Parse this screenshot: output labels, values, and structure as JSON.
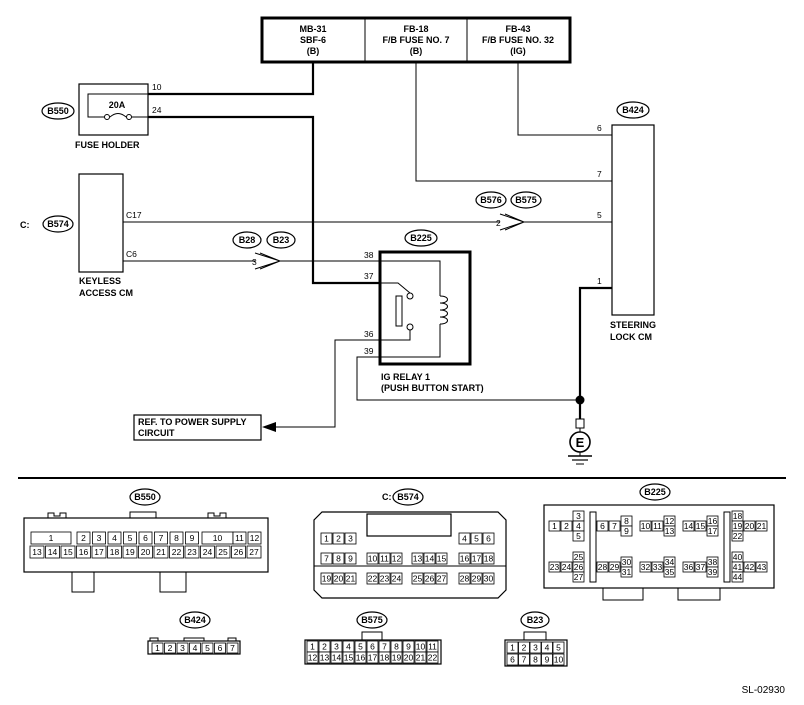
{
  "fuse_box": {
    "cells": [
      {
        "line1": "MB-31",
        "line2": "SBF-6",
        "line3": "(B)"
      },
      {
        "line1": "FB-18",
        "line2": "F/B FUSE NO. 7",
        "line3": "(B)"
      },
      {
        "line1": "FB-43",
        "line2": "F/B FUSE NO. 32",
        "line3": "(IG)"
      }
    ]
  },
  "fuse_holder": {
    "connector": "B550",
    "rating": "20A",
    "label": "FUSE HOLDER",
    "pin_in": "10",
    "pin_out": "24"
  },
  "keyless_cm": {
    "connector": "C:B574",
    "label_line1": "KEYLESS",
    "label_line2": "ACCESS CM",
    "pin_c17": "C17",
    "pin_c6": "C6"
  },
  "steering_cm": {
    "connector": "B424",
    "label_line1": "STEERING",
    "label_line2": "LOCK CM",
    "pins": [
      "6",
      "7",
      "5",
      "1"
    ]
  },
  "relay": {
    "connector": "B225",
    "label_line1": "IG RELAY 1",
    "label_line2": "(PUSH BUTTON START)",
    "pins": [
      "38",
      "37",
      "36",
      "39"
    ]
  },
  "junction_upper": {
    "left": "B576",
    "right": "B575",
    "pin": "2"
  },
  "junction_lower": {
    "left": "B28",
    "right": "B23",
    "pin": "3"
  },
  "ref": {
    "line1": "REF. TO POWER SUPPLY",
    "line2": "CIRCUIT"
  },
  "ground": {
    "symbol": "E"
  },
  "connectors": {
    "b550": {
      "name": "B550",
      "top": [
        "1",
        "2",
        "3",
        "4",
        "5",
        "6",
        "7",
        "8",
        "9",
        "10",
        "11",
        "12"
      ],
      "bottom": [
        "13",
        "14",
        "15",
        "16",
        "17",
        "18",
        "19",
        "20",
        "21",
        "22",
        "23",
        "24",
        "25",
        "26",
        "27"
      ]
    },
    "b574": {
      "name": "C:B574",
      "row1": [
        "1",
        "2",
        "3",
        "4",
        "5",
        "6"
      ],
      "row2": [
        "7",
        "8",
        "9",
        "10",
        "11",
        "12",
        "13",
        "14",
        "15",
        "16",
        "17",
        "18"
      ],
      "row3": [
        "19",
        "20",
        "21",
        "22",
        "23",
        "24",
        "25",
        "26",
        "27",
        "28",
        "29",
        "30"
      ]
    },
    "b225": {
      "name": "B225",
      "pins": [
        "1",
        "2",
        "3",
        "4",
        "5",
        "6",
        "7",
        "8",
        "9",
        "10",
        "11",
        "12",
        "13",
        "14",
        "15",
        "16",
        "17",
        "18",
        "19",
        "20",
        "21",
        "22",
        "23",
        "24",
        "25",
        "26",
        "27",
        "28",
        "29",
        "30",
        "31",
        "32",
        "33",
        "34",
        "35",
        "36",
        "37",
        "38",
        "39",
        "40",
        "41",
        "42",
        "43",
        "44"
      ]
    },
    "b424": {
      "name": "B424",
      "pins": [
        "1",
        "2",
        "3",
        "4",
        "5",
        "6",
        "7"
      ]
    },
    "b575": {
      "name": "B575",
      "row1": [
        "1",
        "2",
        "3",
        "4",
        "5",
        "6",
        "7",
        "8",
        "9",
        "10",
        "11"
      ],
      "row2": [
        "12",
        "13",
        "14",
        "15",
        "16",
        "17",
        "18",
        "19",
        "20",
        "21",
        "22"
      ]
    },
    "b23": {
      "name": "B23",
      "row1": [
        "1",
        "2",
        "3",
        "4",
        "5"
      ],
      "row2": [
        "6",
        "7",
        "8",
        "9",
        "10"
      ]
    }
  },
  "code": "SL-02930"
}
